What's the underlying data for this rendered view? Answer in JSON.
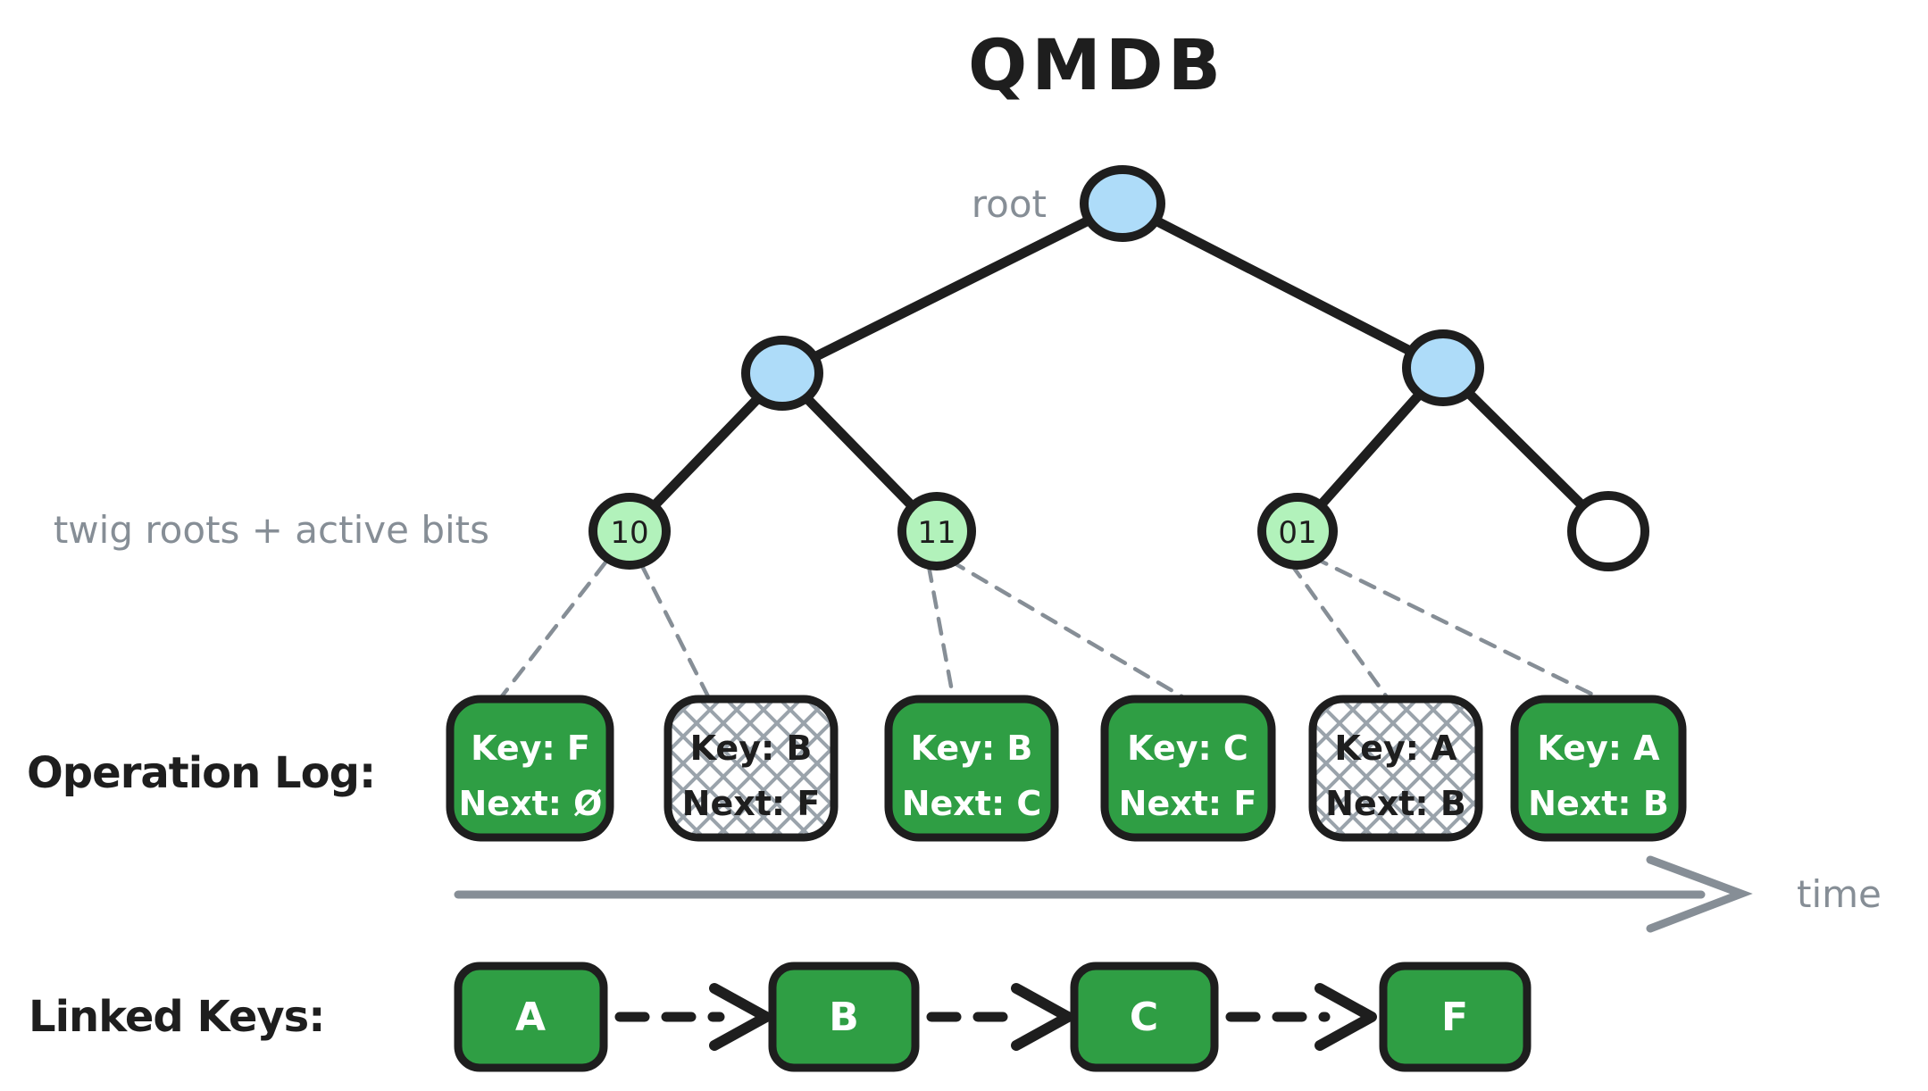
{
  "title": "QMDB",
  "tree": {
    "root_label": "root",
    "twigs_label": "twig roots + active bits",
    "twig_bits": [
      "10",
      "11",
      "01"
    ]
  },
  "operation_log": {
    "label": "Operation Log:",
    "time_label": "time",
    "entries": [
      {
        "key": "Key: F",
        "next": "Next: Ø",
        "hatched": false
      },
      {
        "key": "Key: B",
        "next": "Next: F",
        "hatched": true
      },
      {
        "key": "Key: B",
        "next": "Next: C",
        "hatched": false
      },
      {
        "key": "Key: C",
        "next": "Next: F",
        "hatched": false
      },
      {
        "key": "Key: A",
        "next": "Next: B",
        "hatched": true
      },
      {
        "key": "Key: A",
        "next": "Next: B",
        "hatched": false
      }
    ]
  },
  "linked_keys": {
    "label": "Linked Keys:",
    "keys": [
      "A",
      "B",
      "C",
      "F"
    ]
  },
  "colors": {
    "ink": "#1e1e1e",
    "muted_gray": "#868e96",
    "node_blue": "#aedcf9",
    "twig_green": "#b2f2bb",
    "box_green": "#2f9e44",
    "hatch_gray": "#9aa3ab",
    "background": "#ffffff"
  }
}
